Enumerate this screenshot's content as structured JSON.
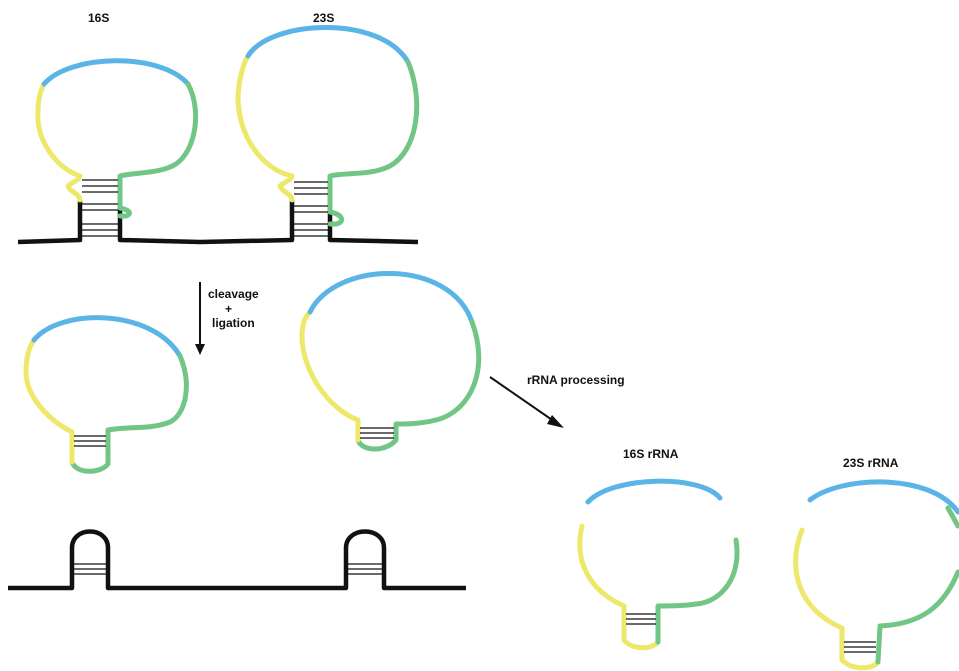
{
  "labels": {
    "top_16s": "16S",
    "top_23s": "23S",
    "cleavage_line1": "cleavage",
    "cleavage_line2": "+",
    "cleavage_line3": "ligation",
    "rrna_processing": "rRNA processing",
    "mature_16s": "16S rRNA",
    "mature_23s": "23S rRNA"
  },
  "colors": {
    "segment_a": "#5ab4e5",
    "segment_b": "#ede86a",
    "segment_c": "#72c685",
    "segment_c_dark": "#53b065",
    "backbone": "#111111"
  }
}
